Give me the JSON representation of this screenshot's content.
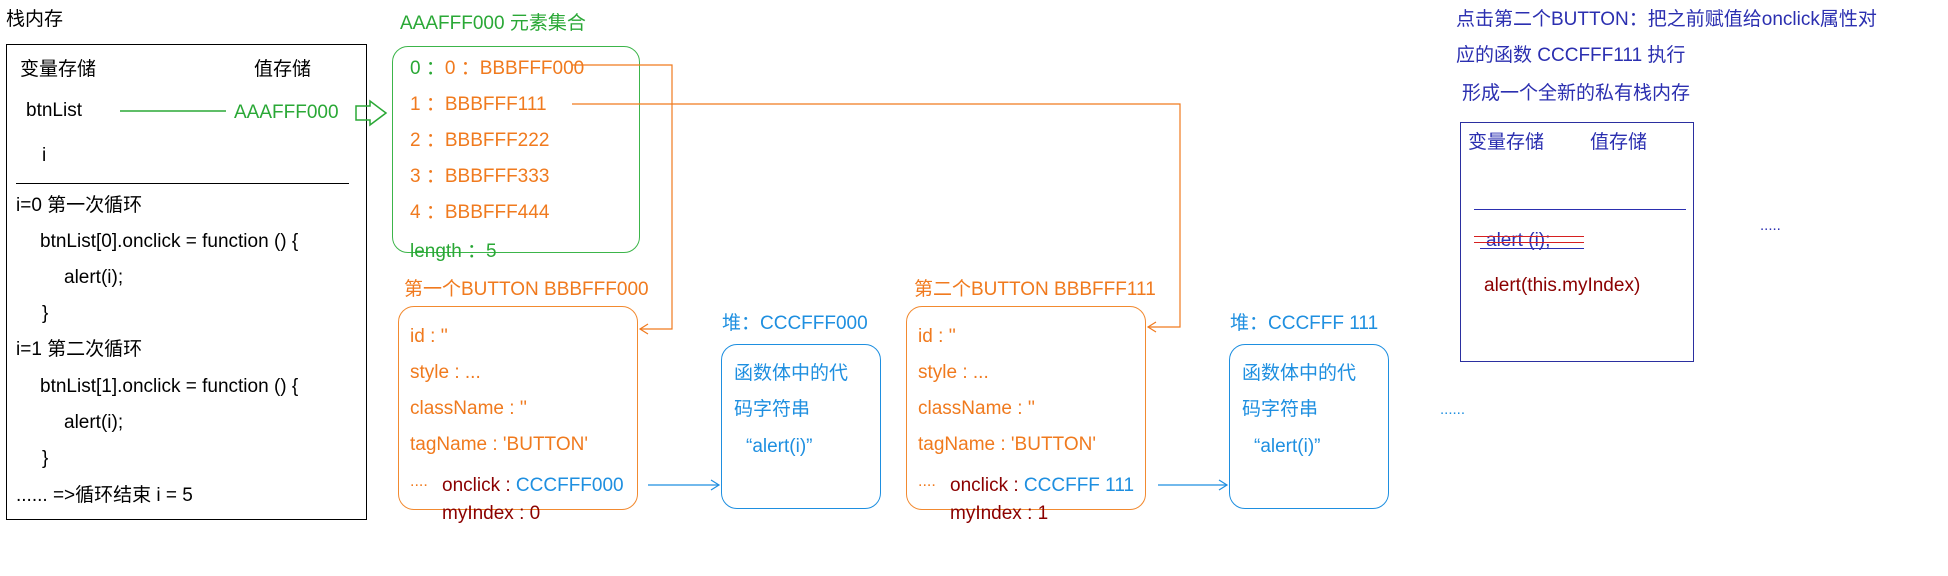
{
  "stack": {
    "title": "栈内存",
    "header_var": "变量存储",
    "header_val": "值存储",
    "var_btnlist": "btnList",
    "val_btnlist": "AAAFFF000",
    "var_i": "i",
    "code_lines": [
      "i=0  第一次循环",
      "btnList[0].onclick = function () {",
      "alert(i);",
      "}",
      "i=1 第二次循环",
      "btnList[1].onclick = function () {",
      "alert(i);",
      "}",
      "......    =>循环结束 i = 5"
    ]
  },
  "collection": {
    "title": "AAAFFF000 元素集合",
    "items": [
      "0 ：BBBFFF000",
      "1 ：BBBFFF111",
      "2 ：BBBFFF222",
      "3 ：BBBFFF333",
      "4 ：BBBFFF444"
    ],
    "length": "length  ：5"
  },
  "button1": {
    "label": "第一个BUTTON     BBBFFF000",
    "props": [
      "id : ''",
      "style : ...",
      "className : ''",
      "tagName : 'BUTTON'"
    ],
    "ellipsis": "....",
    "onclick_key": "onclick : ",
    "onclick_val": "CCCFFF000",
    "myindex": "myIndex : 0"
  },
  "heap1": {
    "label": "堆：CCCFFF000",
    "lines": [
      "函数体中的代",
      "码字符串",
      "“alert(i)”"
    ]
  },
  "button2": {
    "label": "第二个BUTTON     BBBFFF111",
    "props": [
      "id : ''",
      "style : ...",
      "className : ''",
      "tagName : 'BUTTON'"
    ],
    "ellipsis": "....",
    "onclick_key": "onclick : ",
    "onclick_val": "CCCFFF 111",
    "myindex": "myIndex : 1"
  },
  "heap2": {
    "label": "堆：CCCFFF 111",
    "lines": [
      "函数体中的代",
      "码字符串",
      "“alert(i)”"
    ]
  },
  "middle_ellipsis": "......",
  "note": {
    "line1": "点击第二个BUTTON：把之前赋值给onclick属性对",
    "line2": "应的函数 CCCFFF111 执行",
    "line3": "形成一个全新的私有栈内存"
  },
  "private_stack": {
    "header_var": "变量存储",
    "header_val": "值存储",
    "struck": "alert (i);",
    "code": "alert(this.myIndex)"
  },
  "right_ellipsis": ".....",
  "colors": {
    "green": "#2aa836",
    "orange": "#f07a1e",
    "blue": "#1e8fe0",
    "darkred": "#8b0000",
    "navy": "#2b2fb0"
  }
}
